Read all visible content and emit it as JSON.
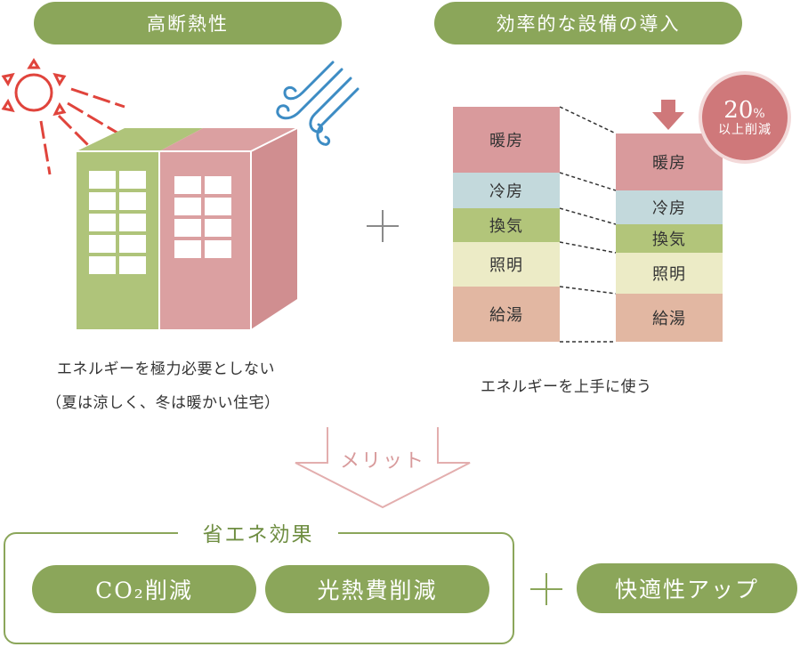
{
  "insulation": {
    "title": "高断熱性",
    "caption_line1": "エネルギーを極力必要としない",
    "caption_line2": "（夏は涼しく、冬は暖かい住宅）"
  },
  "equipment": {
    "title": "効率的な設備の導入",
    "caption": "エネルギーを上手に使う",
    "badge_value": "20",
    "badge_unit": "%",
    "badge_label": "以上削減",
    "before": [
      {
        "label": "暖房",
        "color": "#d99a9c"
      },
      {
        "label": "冷房",
        "color": "#c3d9dc"
      },
      {
        "label": "換気",
        "color": "#b2c57a"
      },
      {
        "label": "照明",
        "color": "#ecebc6"
      },
      {
        "label": "給湯",
        "color": "#e2b7a2"
      }
    ],
    "after": [
      {
        "label": "暖房",
        "color": "#d99a9c"
      },
      {
        "label": "冷房",
        "color": "#c3d9dc"
      },
      {
        "label": "換気",
        "color": "#b2c57a"
      },
      {
        "label": "照明",
        "color": "#ecebc6"
      },
      {
        "label": "給湯",
        "color": "#e2b7a2"
      }
    ]
  },
  "merit": {
    "label": "メリット"
  },
  "effects": {
    "title": "省エネ効果",
    "co2_label": "CO₂削減",
    "utility_label": "光熱費削減",
    "comfort_label": "快適性アップ"
  },
  "colors": {
    "green": "#8ba65a",
    "building_green": "#afc47a",
    "building_pink": "#dba0a1",
    "sun_red": "#e0443c",
    "wind_blue": "#3d8cc4",
    "arrow_pink": "#e3aeae"
  }
}
